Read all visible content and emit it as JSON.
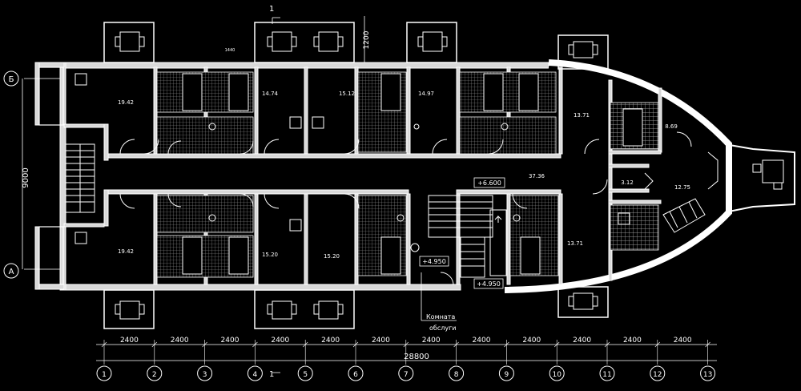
{
  "drawing": {
    "section_mark": "1",
    "section_mark_bottom": "1",
    "balcony_depth": "1200",
    "axis_letters": [
      "Б",
      "А"
    ],
    "axis_numbers": [
      "1",
      "2",
      "3",
      "4",
      "5",
      "6",
      "7",
      "8",
      "9",
      "10",
      "11",
      "12",
      "13"
    ],
    "span_dims": [
      "2400",
      "2400",
      "2400",
      "2400",
      "2400",
      "2400",
      "2400",
      "2400",
      "2400",
      "2400",
      "2400",
      "2400"
    ],
    "total_length": "28800",
    "width_dim": "9000",
    "room_areas": {
      "r1": "19.42",
      "r2": "14.74",
      "r3": "15.12",
      "r4": "14.97",
      "r5": "13.71",
      "r6": "8.69",
      "r7": "37.36",
      "r8": "3.12",
      "r9": "12.75",
      "r10": "19.42",
      "r11": "15.20",
      "r12": "15.20",
      "r13": "13.71"
    },
    "levels": [
      "+6.600",
      "+4.950",
      "+4.950"
    ],
    "service_room": [
      "Комната",
      "обслуги"
    ],
    "small_dim": "1440"
  }
}
